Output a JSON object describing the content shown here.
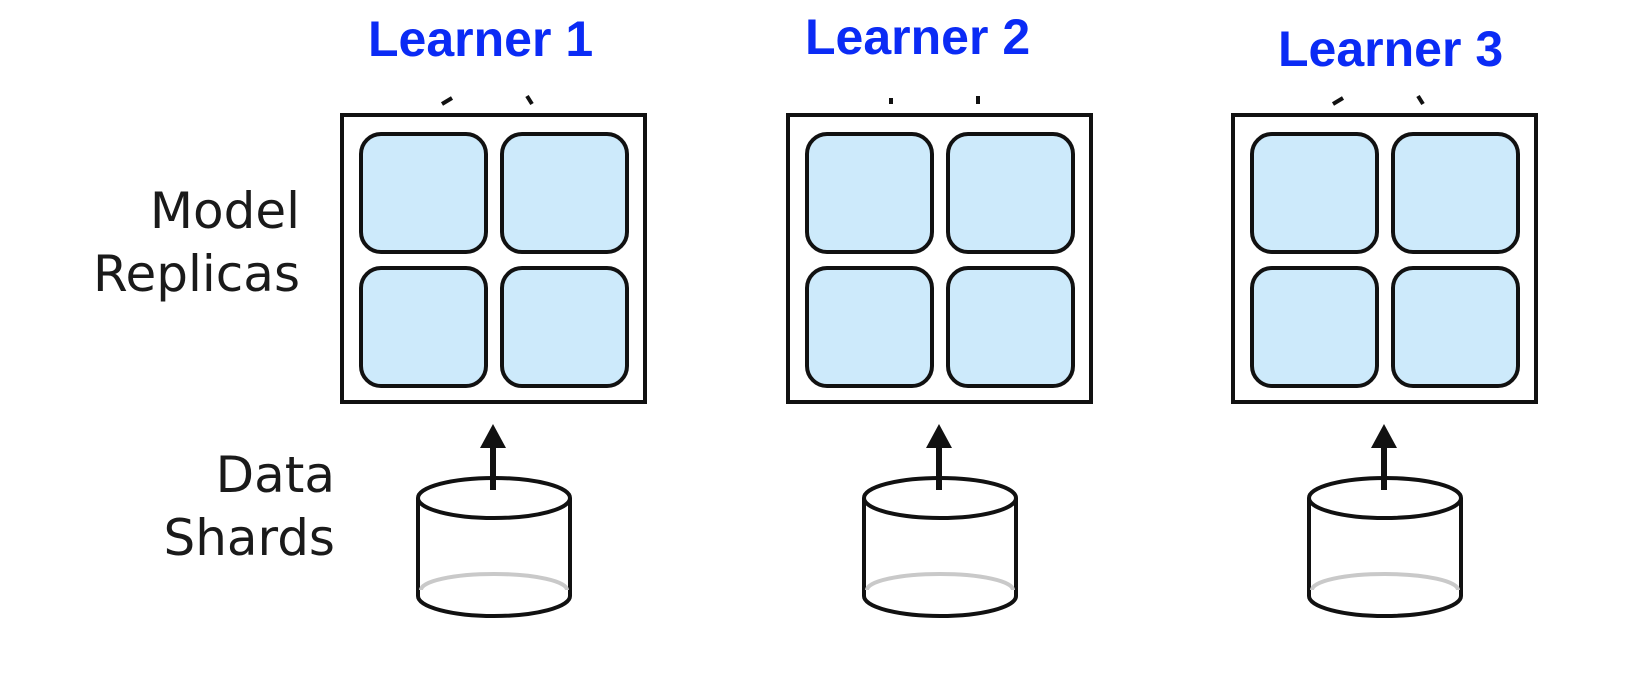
{
  "colors": {
    "title": "#0b2bf5",
    "stroke": "#111111",
    "tile_fill": "#cdeafb",
    "cylinder_shadow": "#c9c9c9",
    "background": "#ffffff"
  },
  "labels": {
    "model_replicas": [
      "Model",
      "Replicas"
    ],
    "data_shards": [
      "Data",
      "Shards"
    ]
  },
  "learners": [
    {
      "title": "Learner 1",
      "top_marks": "angled"
    },
    {
      "title": "Learner 2",
      "top_marks": "straight"
    },
    {
      "title": "Learner 3",
      "top_marks": "angled"
    }
  ],
  "icons": [
    "model-grid-icon",
    "database-cylinder-icon",
    "up-arrow-icon"
  ]
}
